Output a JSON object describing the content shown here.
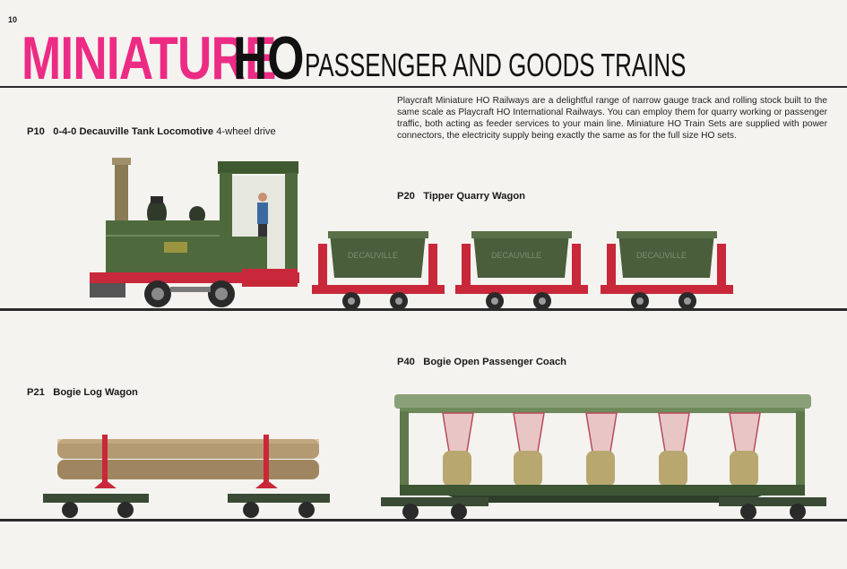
{
  "page_number": "10",
  "title": {
    "word1": "MINIATURE",
    "word2": "HO",
    "subtitle": "PASSENGER AND GOODS TRAINS"
  },
  "intro_text": "Playcraft Miniature HO Railways are a delightful range of narrow gauge track and rolling stock built to the same scale as Playcraft HO International Railways. You can employ them for quarry working or passenger traffic, both acting as feeder services to your main line. Miniature HO Train Sets are supplied with power connectors, the electricity supply being exactly the same as for the full size HO sets.",
  "products": [
    {
      "code": "P10",
      "name": "0-4-0 Decauville Tank Locomotive",
      "note": "4-wheel drive"
    },
    {
      "code": "P20",
      "name": "Tipper Quarry Wagon",
      "note": ""
    },
    {
      "code": "P21",
      "name": "Bogie Log Wagon",
      "note": ""
    },
    {
      "code": "P40",
      "name": "Bogie Open Passenger Coach",
      "note": ""
    }
  ],
  "wagon_lettering": "DECAUVILLE",
  "colors": {
    "title_pink": "#ec2b84",
    "loco_green": "#4e6a3c",
    "wagon_red": "#c8283a",
    "coach_green": "#6e8a5a"
  }
}
